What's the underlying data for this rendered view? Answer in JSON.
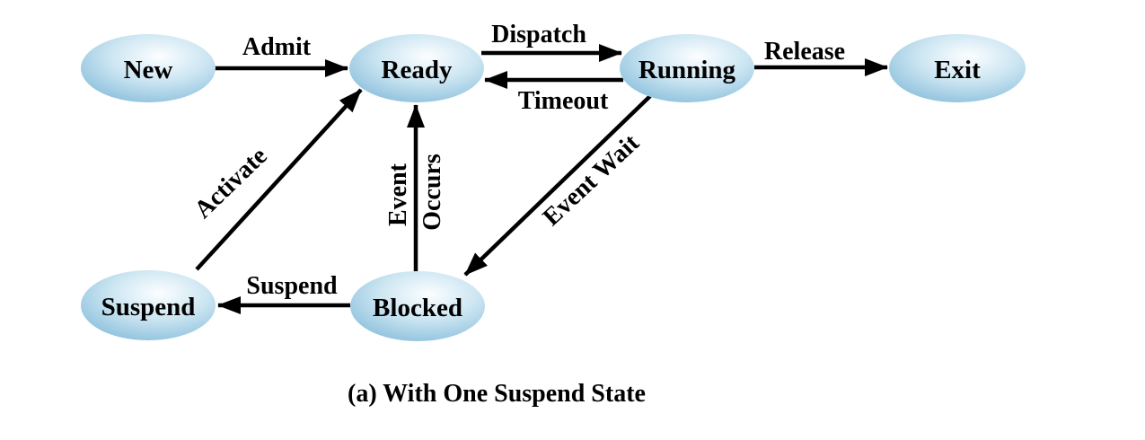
{
  "diagram": {
    "caption": "(a) With One Suspend State",
    "states": [
      {
        "id": "new",
        "label": "New"
      },
      {
        "id": "ready",
        "label": "Ready"
      },
      {
        "id": "running",
        "label": "Running"
      },
      {
        "id": "exit",
        "label": "Exit"
      },
      {
        "id": "suspend",
        "label": "Suspend"
      },
      {
        "id": "blocked",
        "label": "Blocked"
      }
    ],
    "transitions": [
      {
        "id": "admit",
        "label": "Admit",
        "from": "New",
        "to": "Ready"
      },
      {
        "id": "dispatch",
        "label": "Dispatch",
        "from": "Ready",
        "to": "Running"
      },
      {
        "id": "timeout",
        "label": "Timeout",
        "from": "Running",
        "to": "Ready"
      },
      {
        "id": "release",
        "label": "Release",
        "from": "Running",
        "to": "Exit"
      },
      {
        "id": "event-wait",
        "label": "Event Wait",
        "from": "Running",
        "to": "Blocked"
      },
      {
        "id": "event-occurs",
        "label": "Event Occurs",
        "label_line1": "Event",
        "label_line2": "Occurs",
        "from": "Blocked",
        "to": "Ready"
      },
      {
        "id": "suspend",
        "label": "Suspend",
        "from": "Blocked",
        "to": "Suspend"
      },
      {
        "id": "activate",
        "label": "Activate",
        "from": "Suspend",
        "to": "Ready"
      }
    ],
    "colors": {
      "ellipse_highlight": "#fcfeff",
      "ellipse_mid": "#cde6f2",
      "ellipse_edge": "#77b4d6",
      "arrow": "#000000",
      "text": "#000000",
      "background": "#ffffff"
    }
  }
}
